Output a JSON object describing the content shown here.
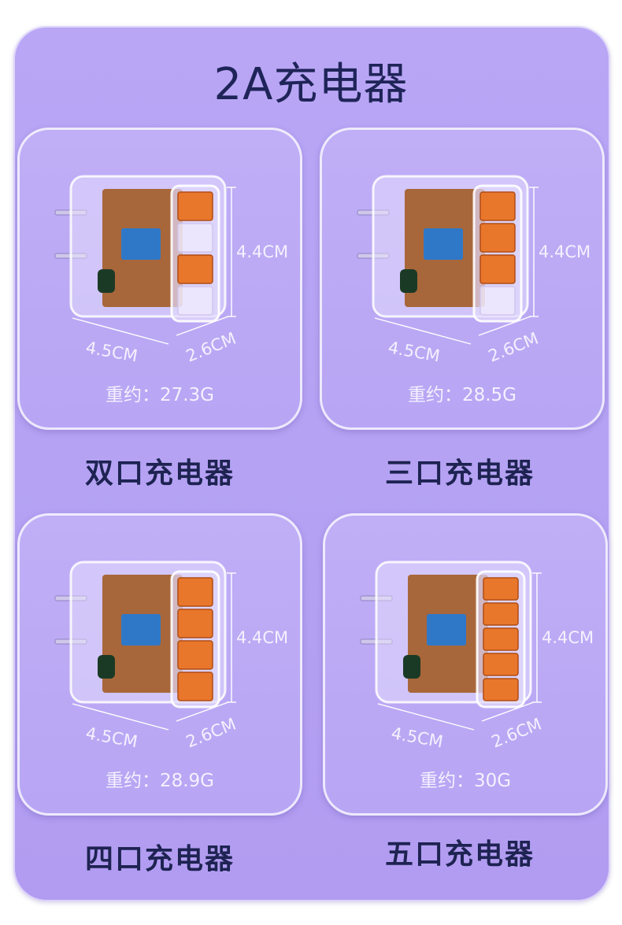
{
  "page_title": "2A充电器",
  "products": [
    {
      "name": "双口充电器",
      "weight": "重约：27.3G",
      "ports": 2,
      "height_label": "4.4CM",
      "width_label": "4.5CM",
      "depth_label": "2.6CM"
    },
    {
      "name": "三口充电器",
      "weight": "重约：28.5G",
      "ports": 3,
      "height_label": "4.4CM",
      "width_label": "4.5CM",
      "depth_label": "2.6CM"
    },
    {
      "name": "四口充电器",
      "weight": "重约：28.9G",
      "ports": 4,
      "height_label": "4.4CM",
      "width_label": "4.5CM",
      "depth_label": "2.6CM"
    },
    {
      "name": "五口充电器",
      "weight": "重约：30G",
      "ports": 5,
      "height_label": "4.4CM",
      "width_label": "4.5CM",
      "depth_label": "2.6CM"
    }
  ],
  "colors": {
    "panel": "#b8a5f4",
    "title_text": "#1f2458",
    "pcb": "#a8673a",
    "usb_port": "#e8772c",
    "transformer": "#2f78c8"
  }
}
